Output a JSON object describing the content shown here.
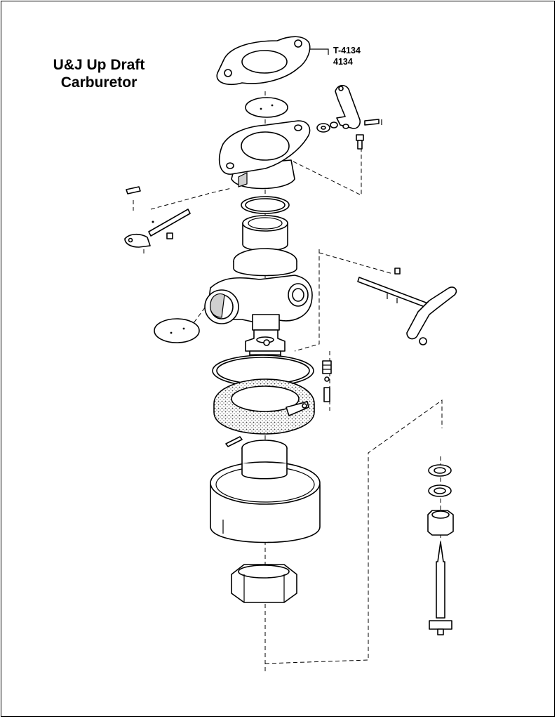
{
  "title": {
    "line1": "U&J Up Draft",
    "line2": "Carburetor"
  },
  "callout": {
    "part_number_1": "T-4134",
    "part_number_2": "4134"
  },
  "colors": {
    "line": "#000000",
    "background": "#ffffff"
  }
}
